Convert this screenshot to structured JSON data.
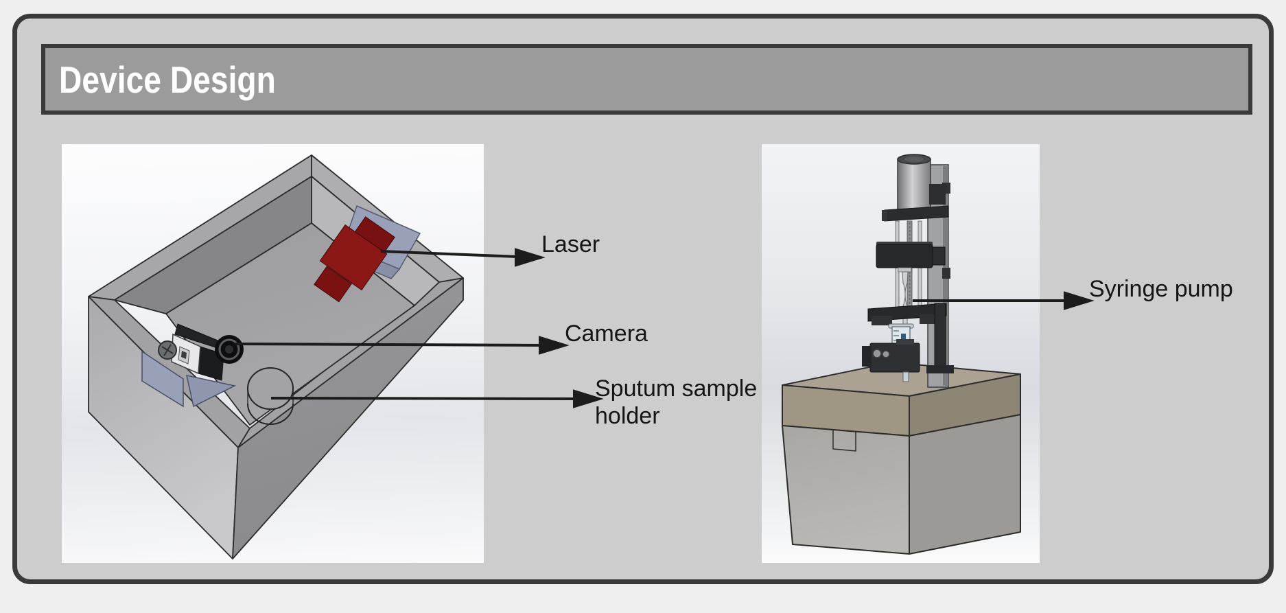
{
  "header": {
    "title": "Device Design"
  },
  "annotations": {
    "laser": "Laser",
    "camera": "Camera",
    "sputum": "Sputum sample holder",
    "syringe": "Syringe pump"
  },
  "colors": {
    "page_bg": "#efefef",
    "card_bg": "#cdcdcd",
    "card_border": "#3a3a3a",
    "header_bg": "#9b9b9b",
    "header_text": "#ffffff",
    "label_text": "#151515",
    "arrow": "#1c1c1c",
    "laser_red": "#8b1717",
    "bracket_lavender": "#99a1b8",
    "pump_box_tan": "#aba293"
  }
}
